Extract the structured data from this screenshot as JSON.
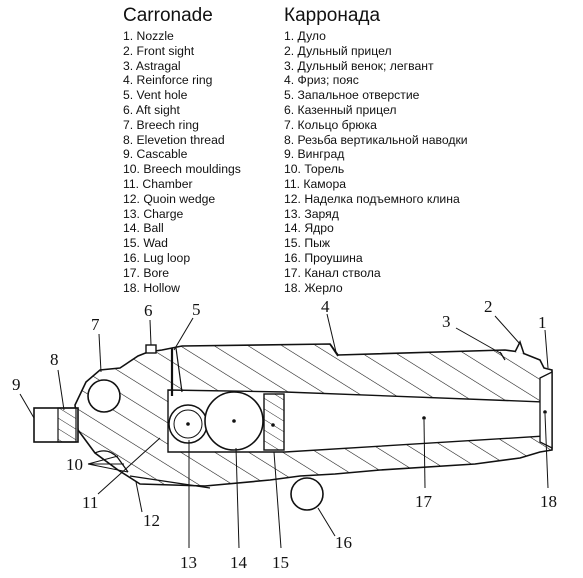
{
  "legend_en": {
    "title": "Carronade",
    "items": [
      "1. Nozzle",
      "2. Front sight",
      "3. Astragal",
      "4. Reinforce ring",
      "5. Vent hole",
      "6. Aft sight",
      "7. Breech ring",
      "8. Elevetion thread",
      "9. Cascable",
      "10. Breech mouldings",
      "11. Chamber",
      "12. Quoin wedge",
      "13. Charge",
      "14. Ball",
      "15. Wad",
      "16. Lug loop",
      "17. Bore",
      "18. Hollow"
    ]
  },
  "legend_ru": {
    "title": "Карронада",
    "items": [
      "1. Дуло",
      "2. Дульный прицел",
      "3. Дульный венок; легвант",
      "4. Фриз; пояс",
      "5. Запальное отверстие",
      "6. Казенный прицел",
      "7. Кольцо брюка",
      "8. Резьба вертикальной наводки",
      "9. Винград",
      "10. Торель",
      "11. Камора",
      "12. Наделка подъемного клина",
      "13. Заряд",
      "14. Ядро",
      "15. Пыж",
      "16. Проушина",
      "17. Канал ствола",
      "18. Жерло"
    ]
  },
  "callouts": [
    "1",
    "2",
    "3",
    "4",
    "5",
    "6",
    "7",
    "8",
    "9",
    "10",
    "11",
    "12",
    "13",
    "14",
    "15",
    "16",
    "17",
    "18"
  ],
  "colors": {
    "ink": "#111111",
    "background": "#ffffff"
  }
}
